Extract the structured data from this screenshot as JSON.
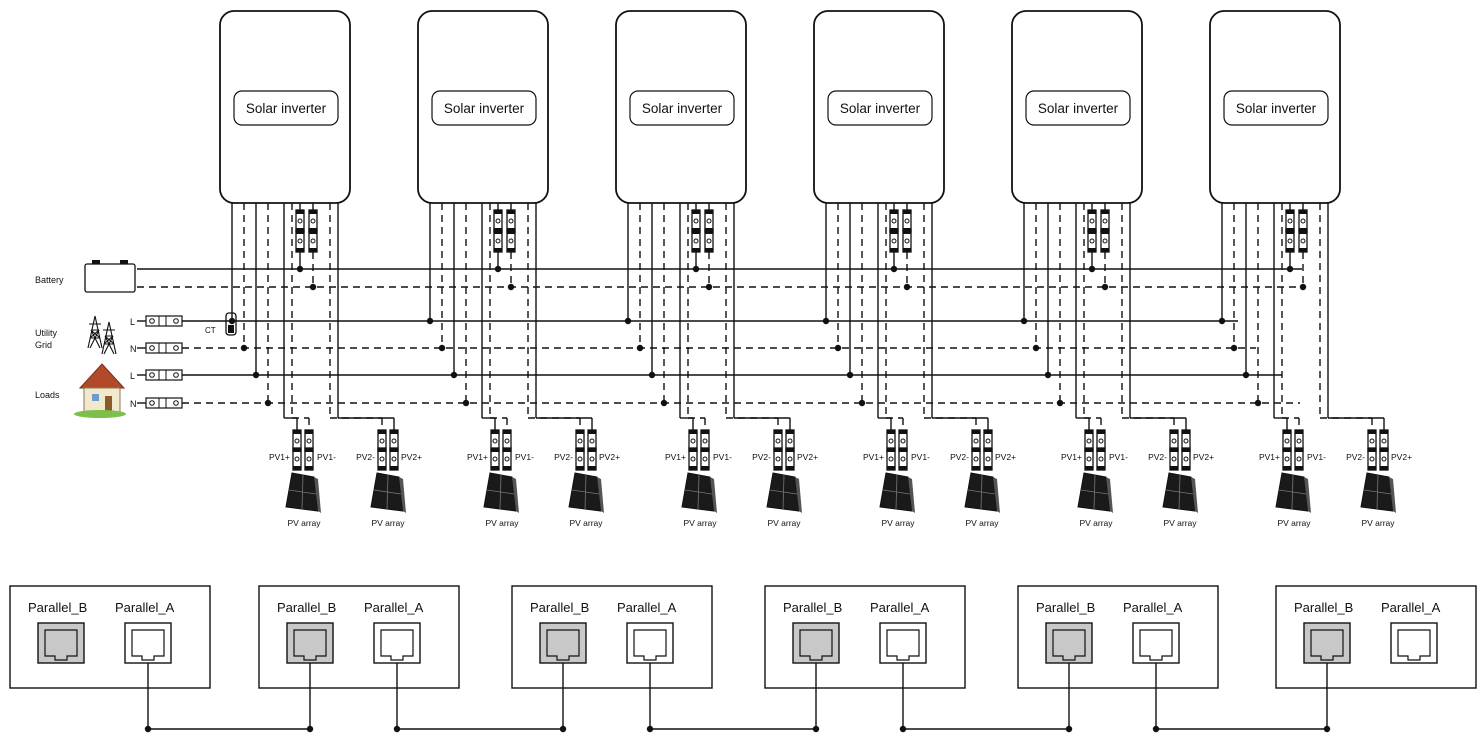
{
  "inverter_label": "Solar inverter",
  "inverter_count": 6,
  "sources": {
    "battery": "Battery",
    "utility_grid_line1": "Utility",
    "utility_grid_line2": "Grid",
    "loads": "Loads",
    "ct": "CT",
    "line_live": "L",
    "line_neutral": "N"
  },
  "pv_labels": {
    "pv1_plus": "PV1+",
    "pv1_minus": "PV1-",
    "pv2_minus": "PV2-",
    "pv2_plus": "PV2+",
    "array": "PV array"
  },
  "parallel_ports": {
    "port_b": "Parallel_B",
    "port_a": "Parallel_A"
  },
  "colors": {
    "line": "#111111",
    "port_b_fill": "#c8c8c8",
    "panel_fill": "#1a1a1a"
  }
}
